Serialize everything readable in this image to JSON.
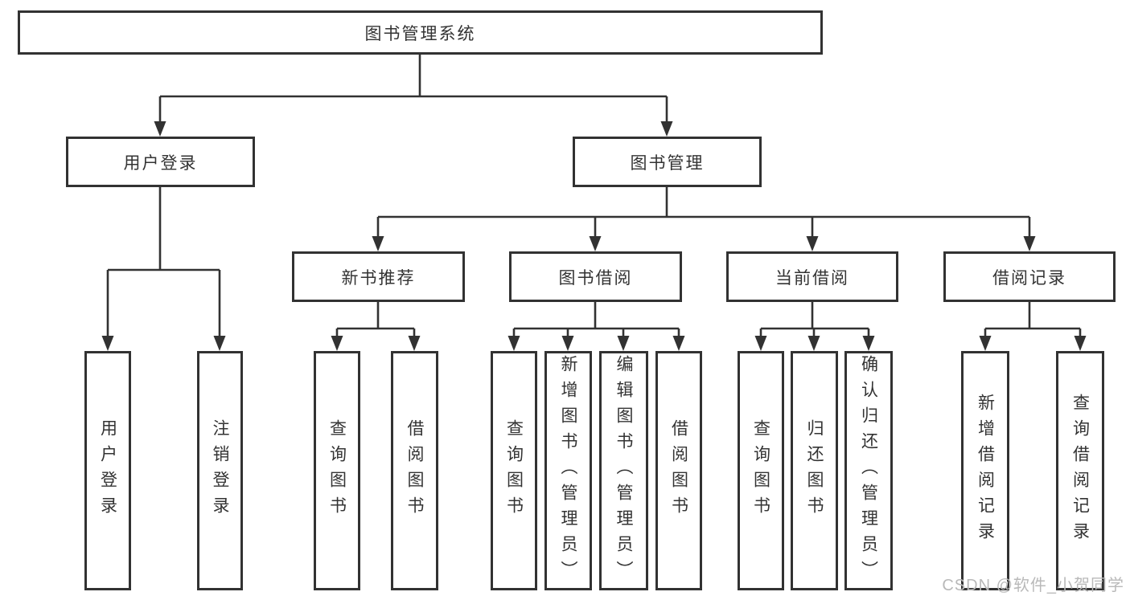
{
  "tree": {
    "label": "图书管理系统",
    "children": [
      {
        "label": "用户登录",
        "children": [
          {
            "label": "用户登录"
          },
          {
            "label": "注销登录"
          }
        ]
      },
      {
        "label": "图书管理",
        "children": [
          {
            "label": "新书推荐",
            "children": [
              {
                "label": "查询图书"
              },
              {
                "label": "借阅图书"
              }
            ]
          },
          {
            "label": "图书借阅",
            "children": [
              {
                "label": "查询图书"
              },
              {
                "label": "新增图书（管理员）"
              },
              {
                "label": "编辑图书（管理员）"
              },
              {
                "label": "借阅图书"
              }
            ]
          },
          {
            "label": "当前借阅",
            "children": [
              {
                "label": "查询图书"
              },
              {
                "label": "归还图书"
              },
              {
                "label": "确认归还（管理员）"
              }
            ]
          },
          {
            "label": "借阅记录",
            "children": [
              {
                "label": "新增借阅记录"
              },
              {
                "label": "查询借阅记录"
              }
            ]
          }
        ]
      }
    ]
  },
  "watermark": {
    "text": "CSDN @软件_小贺同学"
  },
  "colors": {
    "line": "#323232",
    "text": "#333333",
    "watermark_text": "#b9b9b9",
    "background": "#ffffff"
  }
}
